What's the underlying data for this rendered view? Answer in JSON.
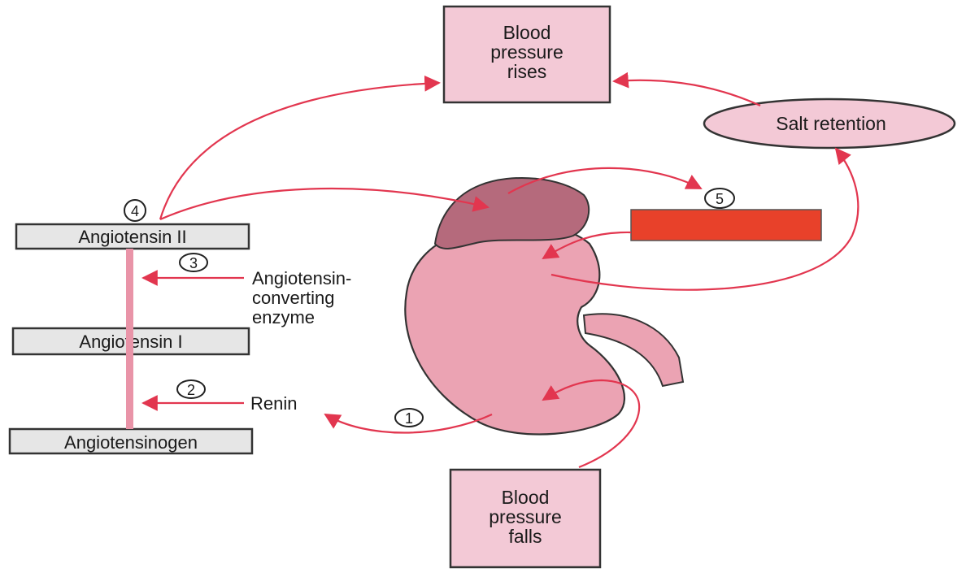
{
  "boxes": {
    "bp_rises": [
      "Blood",
      "pressure",
      "rises"
    ],
    "bp_falls": [
      "Blood",
      "pressure",
      "falls"
    ],
    "salt_retention": "Salt retention",
    "angiotensin_ii": "Angiotensin II",
    "angiotensin_i": "Angiotensin I",
    "angiotensinogen": "Angiotensinogen"
  },
  "labels": {
    "ace": [
      "Angiotensin-",
      "converting",
      "enzyme"
    ],
    "renin": "Renin"
  },
  "steps": [
    "1",
    "2",
    "3",
    "4",
    "5"
  ],
  "colors": {
    "arrow": "#e2364f",
    "box_pink": "#f3c9d6",
    "box_gray": "#e6e6e6",
    "kidney": "#eba3b3",
    "adrenal": "#b56a7c",
    "redaction": "#e8412a"
  }
}
